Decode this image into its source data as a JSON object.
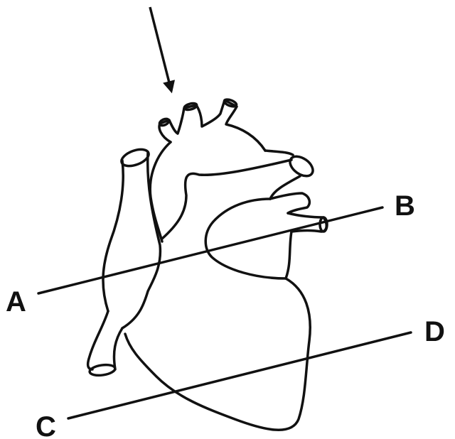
{
  "diagram": {
    "plane_labels": {
      "a": "A",
      "b": "B",
      "c": "C",
      "d": "D"
    },
    "colors": {
      "stroke": "#111111",
      "background": "#ffffff"
    }
  }
}
